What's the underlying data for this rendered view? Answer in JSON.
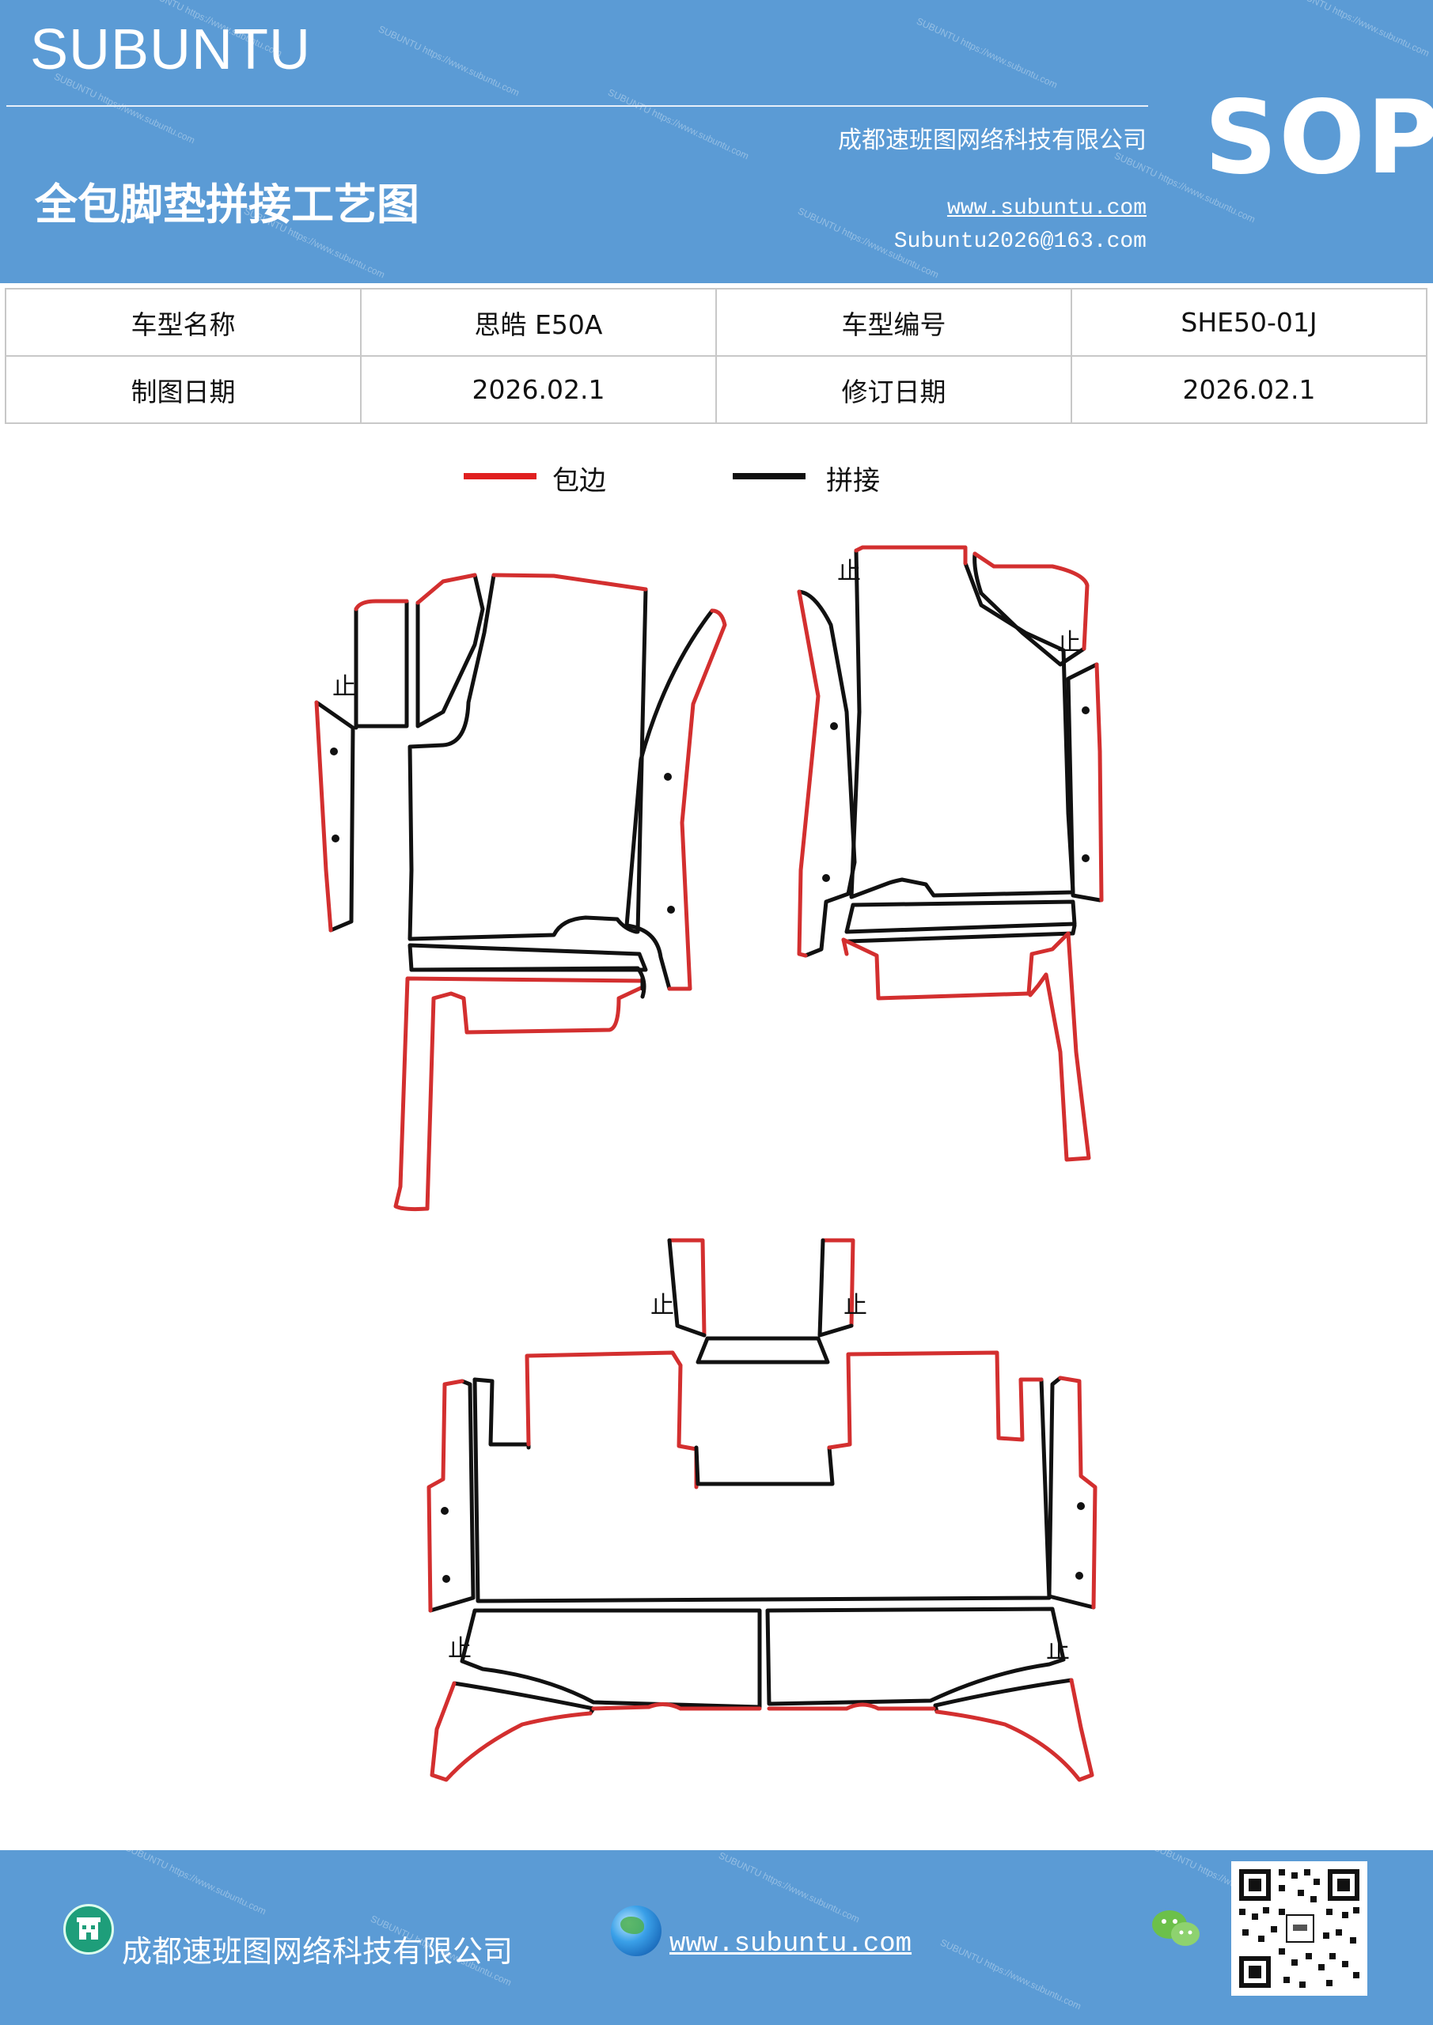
{
  "header": {
    "brand": "SUBUNTU",
    "title": "全包脚垫拼接工艺图",
    "company": "成都速班图网络科技有限公司",
    "website": "www.subuntu.com",
    "email": "Subuntu2026@163.com",
    "badge": "SOP"
  },
  "info_table": {
    "row1": {
      "label1": "车型名称",
      "value1": "思皓 E50A",
      "label2": "车型编号",
      "value2": "SHE50-01J"
    },
    "row2": {
      "label1": "制图日期",
      "value1": "2026.02.1",
      "label2": "修订日期",
      "value2": "2026.02.1"
    }
  },
  "legend": {
    "items": [
      {
        "label": "包边",
        "color": "#e02020"
      },
      {
        "label": "拼接",
        "color": "#111111"
      }
    ]
  },
  "diagram": {
    "stop_mark": "止",
    "edge_color": "#d32f2f",
    "seam_color": "#111111"
  },
  "footer": {
    "company": "成都速班图网络科技有限公司",
    "website": "www.subuntu.com",
    "icons": [
      "building-icon",
      "globe-icon",
      "wechat-icon",
      "qr-code"
    ]
  },
  "colors": {
    "brand_blue": "#5b9bd5"
  }
}
